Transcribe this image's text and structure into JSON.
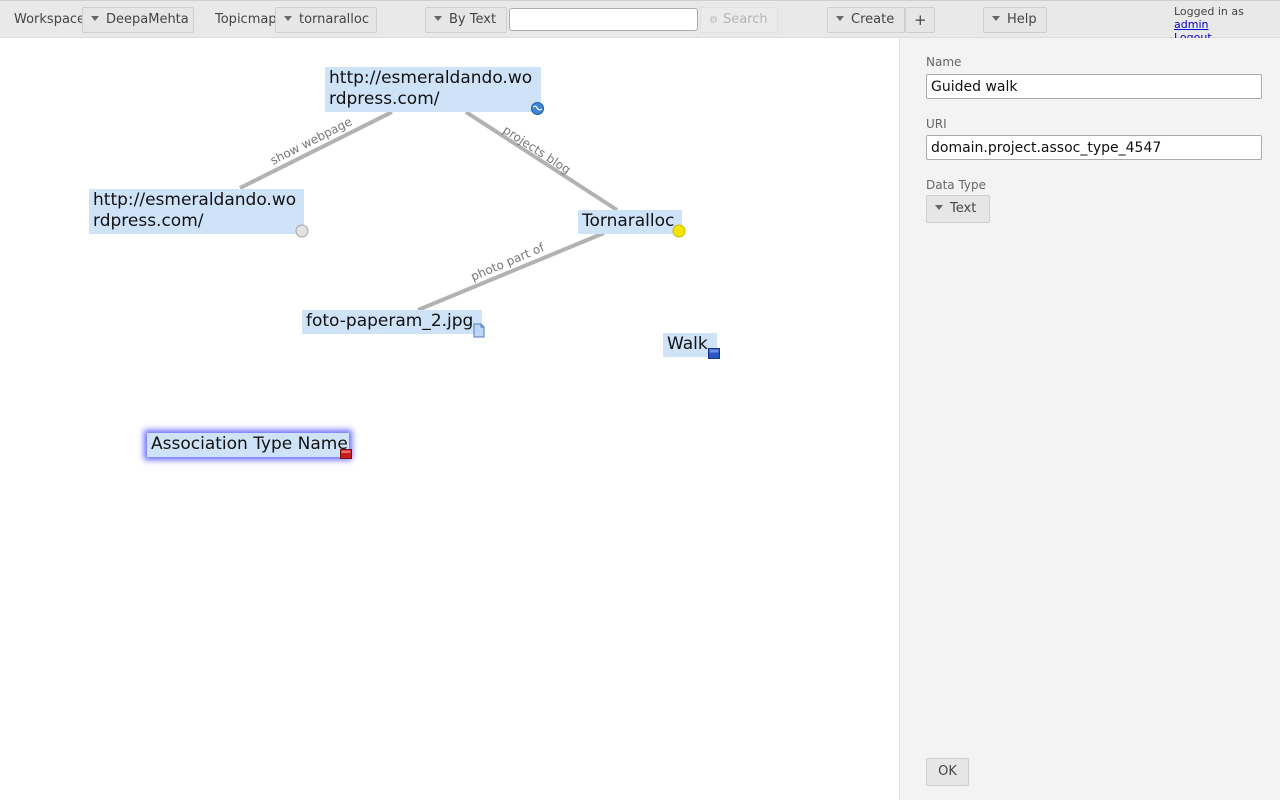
{
  "toolbar": {
    "workspace_label": "Workspace",
    "workspace_value": "DeepaMehta",
    "topicmap_label": "Topicmap",
    "topicmap_value": "tornaralloc",
    "search_mode": "By Text",
    "search_value": "",
    "search_button": "Search",
    "create_button": "Create",
    "plus_button": "+",
    "help_button": "Help"
  },
  "login": {
    "prefix": "Logged in as",
    "user": "admin",
    "logout": "Logout"
  },
  "canvas": {
    "topics": [
      {
        "label": "http://esmeraldando.wordpress.com/",
        "icon": "globe-icon"
      },
      {
        "label": "http://esmeraldando.wordpress.com/",
        "icon": "gray-circle-icon"
      },
      {
        "label": "Tornaralloc",
        "icon": "yellow-circle-icon"
      },
      {
        "label": "foto-paperam_2.jpg",
        "icon": "file-icon"
      },
      {
        "label": "Walk",
        "icon": "blue-box-icon"
      },
      {
        "label": "Association Type Name",
        "icon": "red-box-icon"
      }
    ],
    "associations": [
      {
        "label": "show webpage"
      },
      {
        "label": "projects blog"
      },
      {
        "label": "photo part of"
      }
    ]
  },
  "detail": {
    "name_label": "Name",
    "name_value": "Guided walk",
    "uri_label": "URI",
    "uri_value": "domain.project.assoc_type_4547",
    "datatype_label": "Data Type",
    "datatype_value": "Text",
    "ok_button": "OK"
  },
  "colors": {
    "topic_bg": "#cfe3f8",
    "toolbar_bg": "#e9e9e9",
    "panel_bg": "#f3f3f3",
    "edge": "#b2b2b2",
    "selection_glow": "#6a6aff"
  }
}
